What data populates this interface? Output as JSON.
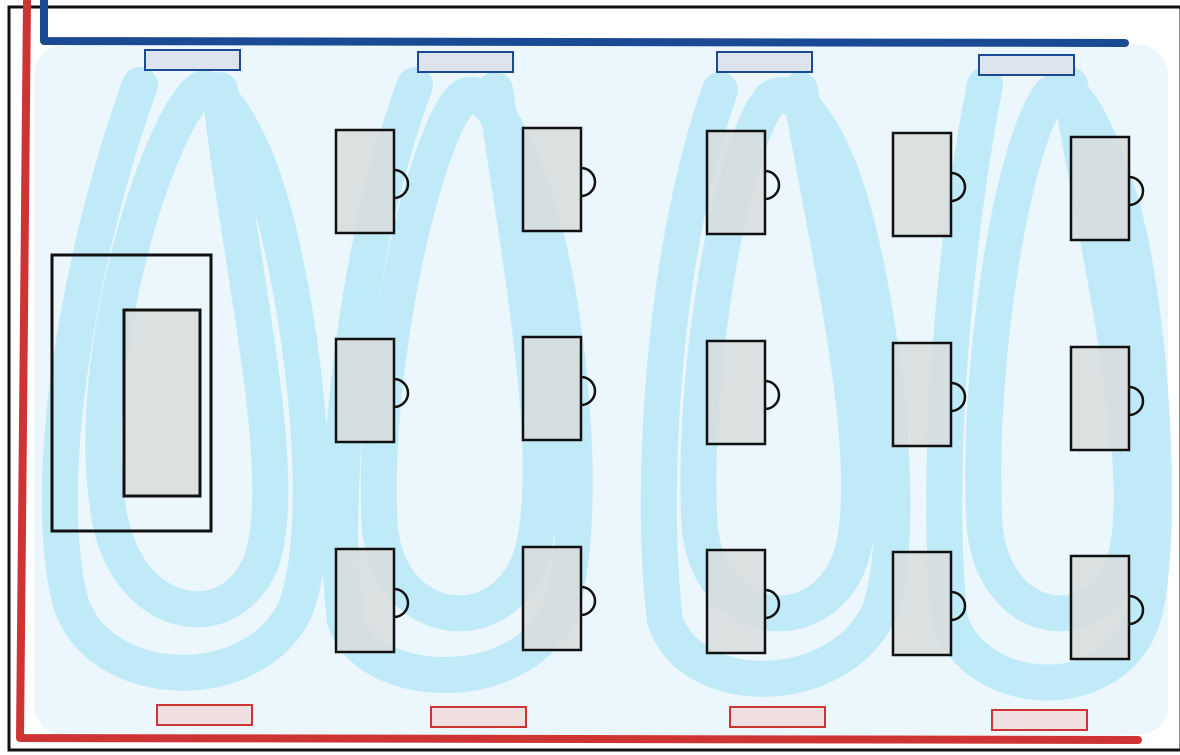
{
  "colors": {
    "supply_duct": "#1a4a94",
    "return_duct": "#cf3434",
    "supply_vent_fill": "#dde4ef",
    "return_vent_fill": "#efdfe0",
    "airflow": "#b8e8f7",
    "airflow_haze": "#e3f4fb",
    "furniture_fill": "#d8dcdc",
    "outline": "#111111"
  },
  "airflow_loops": 4,
  "supply_vents": 4,
  "return_vents": 4,
  "teacher_desk": 1,
  "desk_grid": {
    "columns": 5,
    "rows": 3
  }
}
